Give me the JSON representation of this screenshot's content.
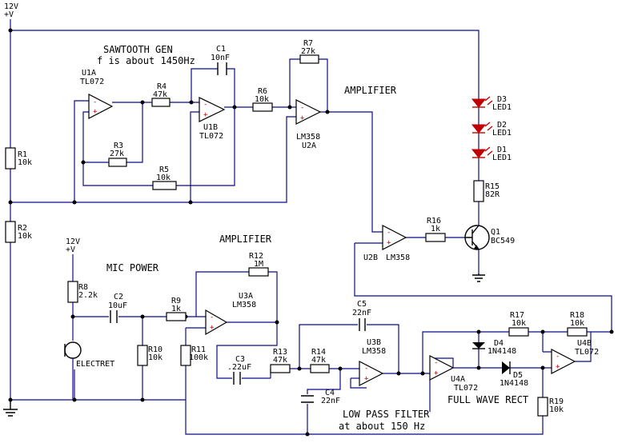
{
  "supply": {
    "top": "12V",
    "sym": "+V"
  },
  "mic_supply": {
    "top": "12V",
    "sym": "+V"
  },
  "notes": {
    "saw": "SAWTOOTH GEN",
    "freq": "f is about 1450Hz",
    "amp1": "AMPLIFIER",
    "amp2": "AMPLIFIER",
    "mic": "MIC POWER",
    "lpf1": "LOW PASS FILTER",
    "lpf2": "at about 150 Hz",
    "fwr": "FULL WAVE RECT"
  },
  "parts": {
    "R1": {
      "ref": "R1",
      "val": "10k"
    },
    "R2": {
      "ref": "R2",
      "val": "10k"
    },
    "R3": {
      "ref": "R3",
      "val": "27k"
    },
    "R4": {
      "ref": "R4",
      "val": "47k"
    },
    "R5": {
      "ref": "R5",
      "val": "10k"
    },
    "R6": {
      "ref": "R6",
      "val": "10k"
    },
    "R7": {
      "ref": "R7",
      "val": "27k"
    },
    "R8": {
      "ref": "R8",
      "val": "2.2k"
    },
    "R9": {
      "ref": "R9",
      "val": "1k"
    },
    "R10": {
      "ref": "R10",
      "val": "10k"
    },
    "R11": {
      "ref": "R11",
      "val": "100k"
    },
    "R12": {
      "ref": "R12",
      "val": "1M"
    },
    "R13": {
      "ref": "R13",
      "val": "47k"
    },
    "R14": {
      "ref": "R14",
      "val": "47k"
    },
    "R15": {
      "ref": "R15",
      "val": "82R"
    },
    "R16": {
      "ref": "R16",
      "val": "1k"
    },
    "R17": {
      "ref": "R17",
      "val": "10k"
    },
    "R18": {
      "ref": "R18",
      "val": "10k"
    },
    "R19": {
      "ref": "R19",
      "val": "10k"
    },
    "C1": {
      "ref": "C1",
      "val": "10nF"
    },
    "C2": {
      "ref": "C2",
      "val": "10uF"
    },
    "C3": {
      "ref": "C3",
      "val": ".22uF"
    },
    "C4": {
      "ref": "C4",
      "val": "22nF"
    },
    "C5": {
      "ref": "C5",
      "val": "22nF"
    },
    "D1": {
      "ref": "D1",
      "val": "LED1"
    },
    "D2": {
      "ref": "D2",
      "val": "LED1"
    },
    "D3": {
      "ref": "D3",
      "val": "LED1"
    },
    "D4": {
      "ref": "D4",
      "val": "1N4148"
    },
    "D5": {
      "ref": "D5",
      "val": "1N4148"
    },
    "Q1": {
      "ref": "Q1",
      "val": "BC549"
    },
    "U1A": {
      "ref": "U1A",
      "val": "TL072"
    },
    "U1B": {
      "ref": "U1B",
      "val": "TL072"
    },
    "U2A": {
      "ref": "U2A",
      "val": "LM358"
    },
    "U2B": {
      "ref": "U2B",
      "val": "LM358"
    },
    "U3A": {
      "ref": "U3A",
      "val": "LM358"
    },
    "U3B": {
      "ref": "U3B",
      "val": "LM358"
    },
    "U4A": {
      "ref": "U4A",
      "val": "TL072"
    },
    "U4B": {
      "ref": "U4B",
      "val": "TL072"
    },
    "MIC": {
      "ref": "ELECTRET"
    }
  },
  "colors": {
    "wire": "#0a0a8c",
    "sign": "#c00000",
    "part": "#000000"
  }
}
